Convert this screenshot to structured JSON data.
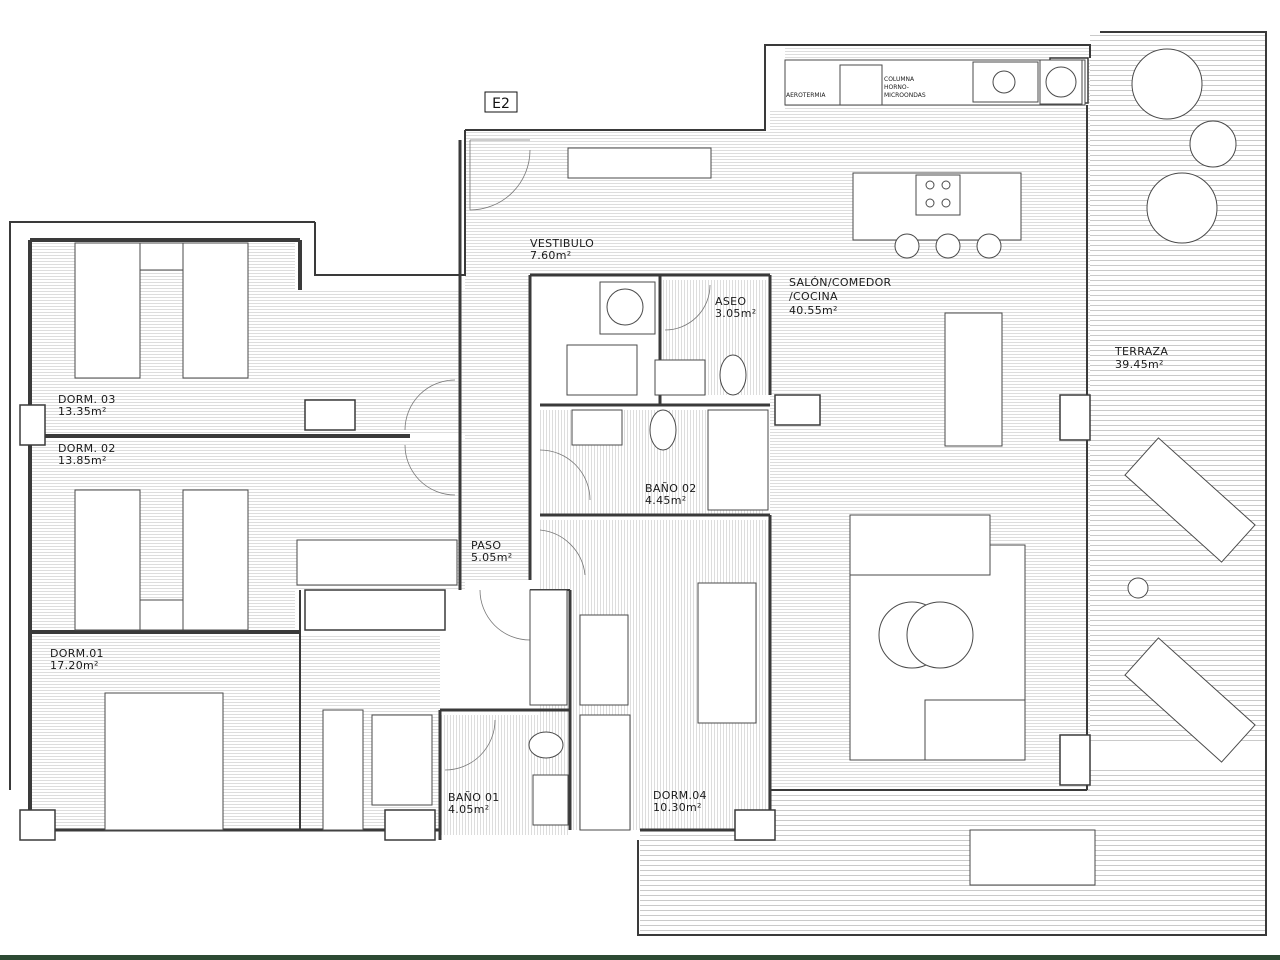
{
  "unit_tag": "E2",
  "rooms": {
    "vestibulo": {
      "name": "VESTIBULO",
      "area": "7.60m²"
    },
    "aseo": {
      "name": "ASEO",
      "area": "3.05m²"
    },
    "salon": {
      "line1": "SALÓN/COMEDOR",
      "line2": "/COCINA",
      "area": "40.55m²"
    },
    "terraza": {
      "name": "TERRAZA",
      "area": "39.45m²"
    },
    "dorm03": {
      "name": "DORM. 03",
      "area": "13.35m²"
    },
    "dorm02": {
      "name": "DORM. 02",
      "area": "13.85m²"
    },
    "bano02": {
      "name": "BAÑO 02",
      "area": "4.45m²"
    },
    "paso": {
      "name": "PASO",
      "area": "5.05m²"
    },
    "dorm01": {
      "name": "DORM.01",
      "area": "17.20m²"
    },
    "bano01": {
      "name": "BAÑO 01",
      "area": "4.05m²"
    },
    "dorm04": {
      "name": "DORM.04",
      "area": "10.30m²"
    }
  },
  "fixtures": {
    "aerotermia": "AEROTERMIA",
    "columna1": "COLUMNA",
    "columna2": "HORNO-",
    "columna3": "MICROONDAS"
  },
  "colors": {
    "wall": "#3a3a3a",
    "floor_hatch": "#c8c8c8",
    "bottom_bar": "#2d4a33"
  }
}
